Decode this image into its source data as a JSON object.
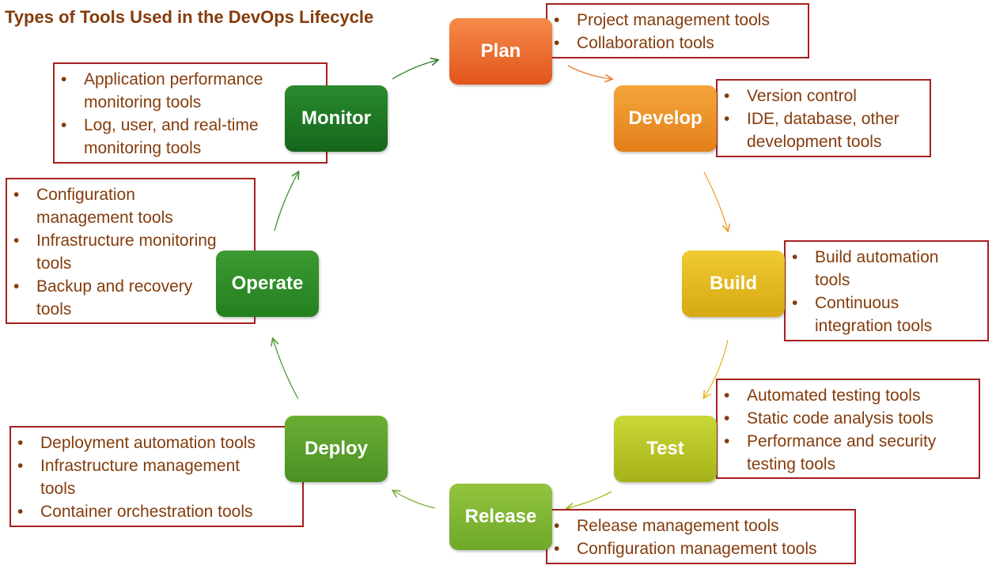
{
  "title": "Types of Tools Used in the DevOps Lifecycle",
  "colors": {
    "title": "#843c0c",
    "box_border": "#a5201f",
    "box_text": "#843c0c"
  },
  "stages": [
    {
      "name": "Plan",
      "color_top": "#f58a4a",
      "color_bottom": "#e2551b",
      "tools": [
        [
          "Project management tools"
        ],
        [
          "Collaboration tools"
        ]
      ]
    },
    {
      "name": "Develop",
      "color_top": "#f4a63a",
      "color_bottom": "#e27f1a",
      "tools": [
        [
          "Version control"
        ],
        [
          "IDE, database, other",
          "development tools"
        ]
      ]
    },
    {
      "name": "Build",
      "color_top": "#f0ca34",
      "color_bottom": "#d6a911",
      "tools": [
        [
          "Build automation",
          "tools"
        ],
        [
          "Continuous",
          "integration tools"
        ]
      ]
    },
    {
      "name": "Test",
      "color_top": "#c9d736",
      "color_bottom": "#a6b21a",
      "tools": [
        [
          "Automated testing tools"
        ],
        [
          "Static code analysis tools"
        ],
        [
          "Performance and security",
          "testing tools"
        ]
      ]
    },
    {
      "name": "Release",
      "color_top": "#93c43e",
      "color_bottom": "#6ea82a",
      "tools": [
        [
          "Release management tools"
        ],
        [
          "Configuration management tools"
        ]
      ]
    },
    {
      "name": "Deploy",
      "color_top": "#6cae34",
      "color_bottom": "#4a9024",
      "tools": [
        [
          "Deployment automation tools"
        ],
        [
          "Infrastructure management",
          "tools"
        ],
        [
          "Container orchestration tools"
        ]
      ]
    },
    {
      "name": "Operate",
      "color_top": "#3c9a32",
      "color_bottom": "#23801f",
      "tools": [
        [
          "Configuration",
          "management tools"
        ],
        [
          "Infrastructure monitoring",
          "tools"
        ],
        [
          "Backup and recovery",
          "tools"
        ]
      ]
    },
    {
      "name": "Monitor",
      "color_top": "#2a8a2e",
      "color_bottom": "#15661c",
      "tools": [
        [
          "Application performance",
          "monitoring tools"
        ],
        [
          "Log, user, and real-time",
          "monitoring tools"
        ]
      ]
    }
  ],
  "arrow_colors": [
    "#ed7d31",
    "#f0a030",
    "#e3b922",
    "#a8b820",
    "#7bb040",
    "#5a9e35",
    "#3f8f32",
    "#2e7d2e"
  ]
}
